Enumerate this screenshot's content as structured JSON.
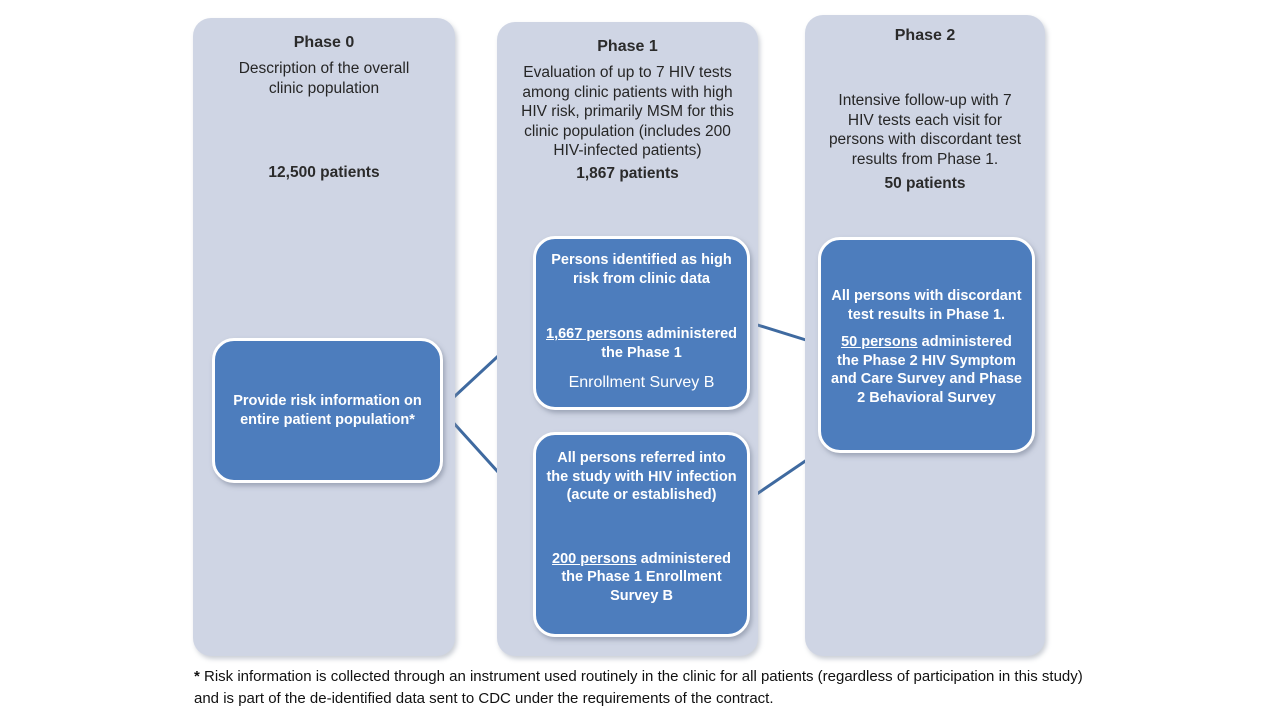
{
  "columns": [
    {
      "title": "Phase 0",
      "description": "Description of the overall clinic population",
      "count": "12,500 patients",
      "boxes": [
        {
          "text": "Provide risk information on entire patient population*"
        }
      ]
    },
    {
      "title": "Phase 1",
      "description": "Evaluation of up to 7 HIV tests among clinic patients with high HIV risk, primarily MSM for this clinic population (includes 200 HIV-infected patients)",
      "count": "1,867 patients",
      "boxes": [
        {
          "intro": "Persons identified as high risk from clinic data",
          "stat": "1,667 persons",
          "rest": " administered the Phase 1",
          "extra": "Enrollment Survey B"
        },
        {
          "intro": "All persons  referred into the study  with HIV infection (acute or established)",
          "stat": "200 persons",
          "rest": " administered the Phase 1 Enrollment Survey B"
        }
      ]
    },
    {
      "title": "Phase 2",
      "description": "Intensive follow-up with 7 HIV tests each visit for persons with discordant test results from Phase 1.",
      "count": "50 patients",
      "boxes": [
        {
          "intro": "All persons with discordant test results in Phase 1.",
          "stat": "50 persons",
          "rest": " administered the Phase 2 HIV Symptom and Care Survey and Phase 2 Behavioral Survey"
        }
      ]
    }
  ],
  "footnote": {
    "marker": "*",
    "text": " Risk information is collected through an instrument used routinely in the clinic for all patients (regardless of participation in this study) and is part of the de-identified data sent to CDC under the requirements of the contract."
  },
  "colors": {
    "column_background": "#cfd5e4",
    "node_background": "#4d7dbd",
    "node_border": "#ffffff",
    "connector": "#3f6aa0",
    "heading_text": "#2b2b2b",
    "node_text": "#ffffff"
  }
}
